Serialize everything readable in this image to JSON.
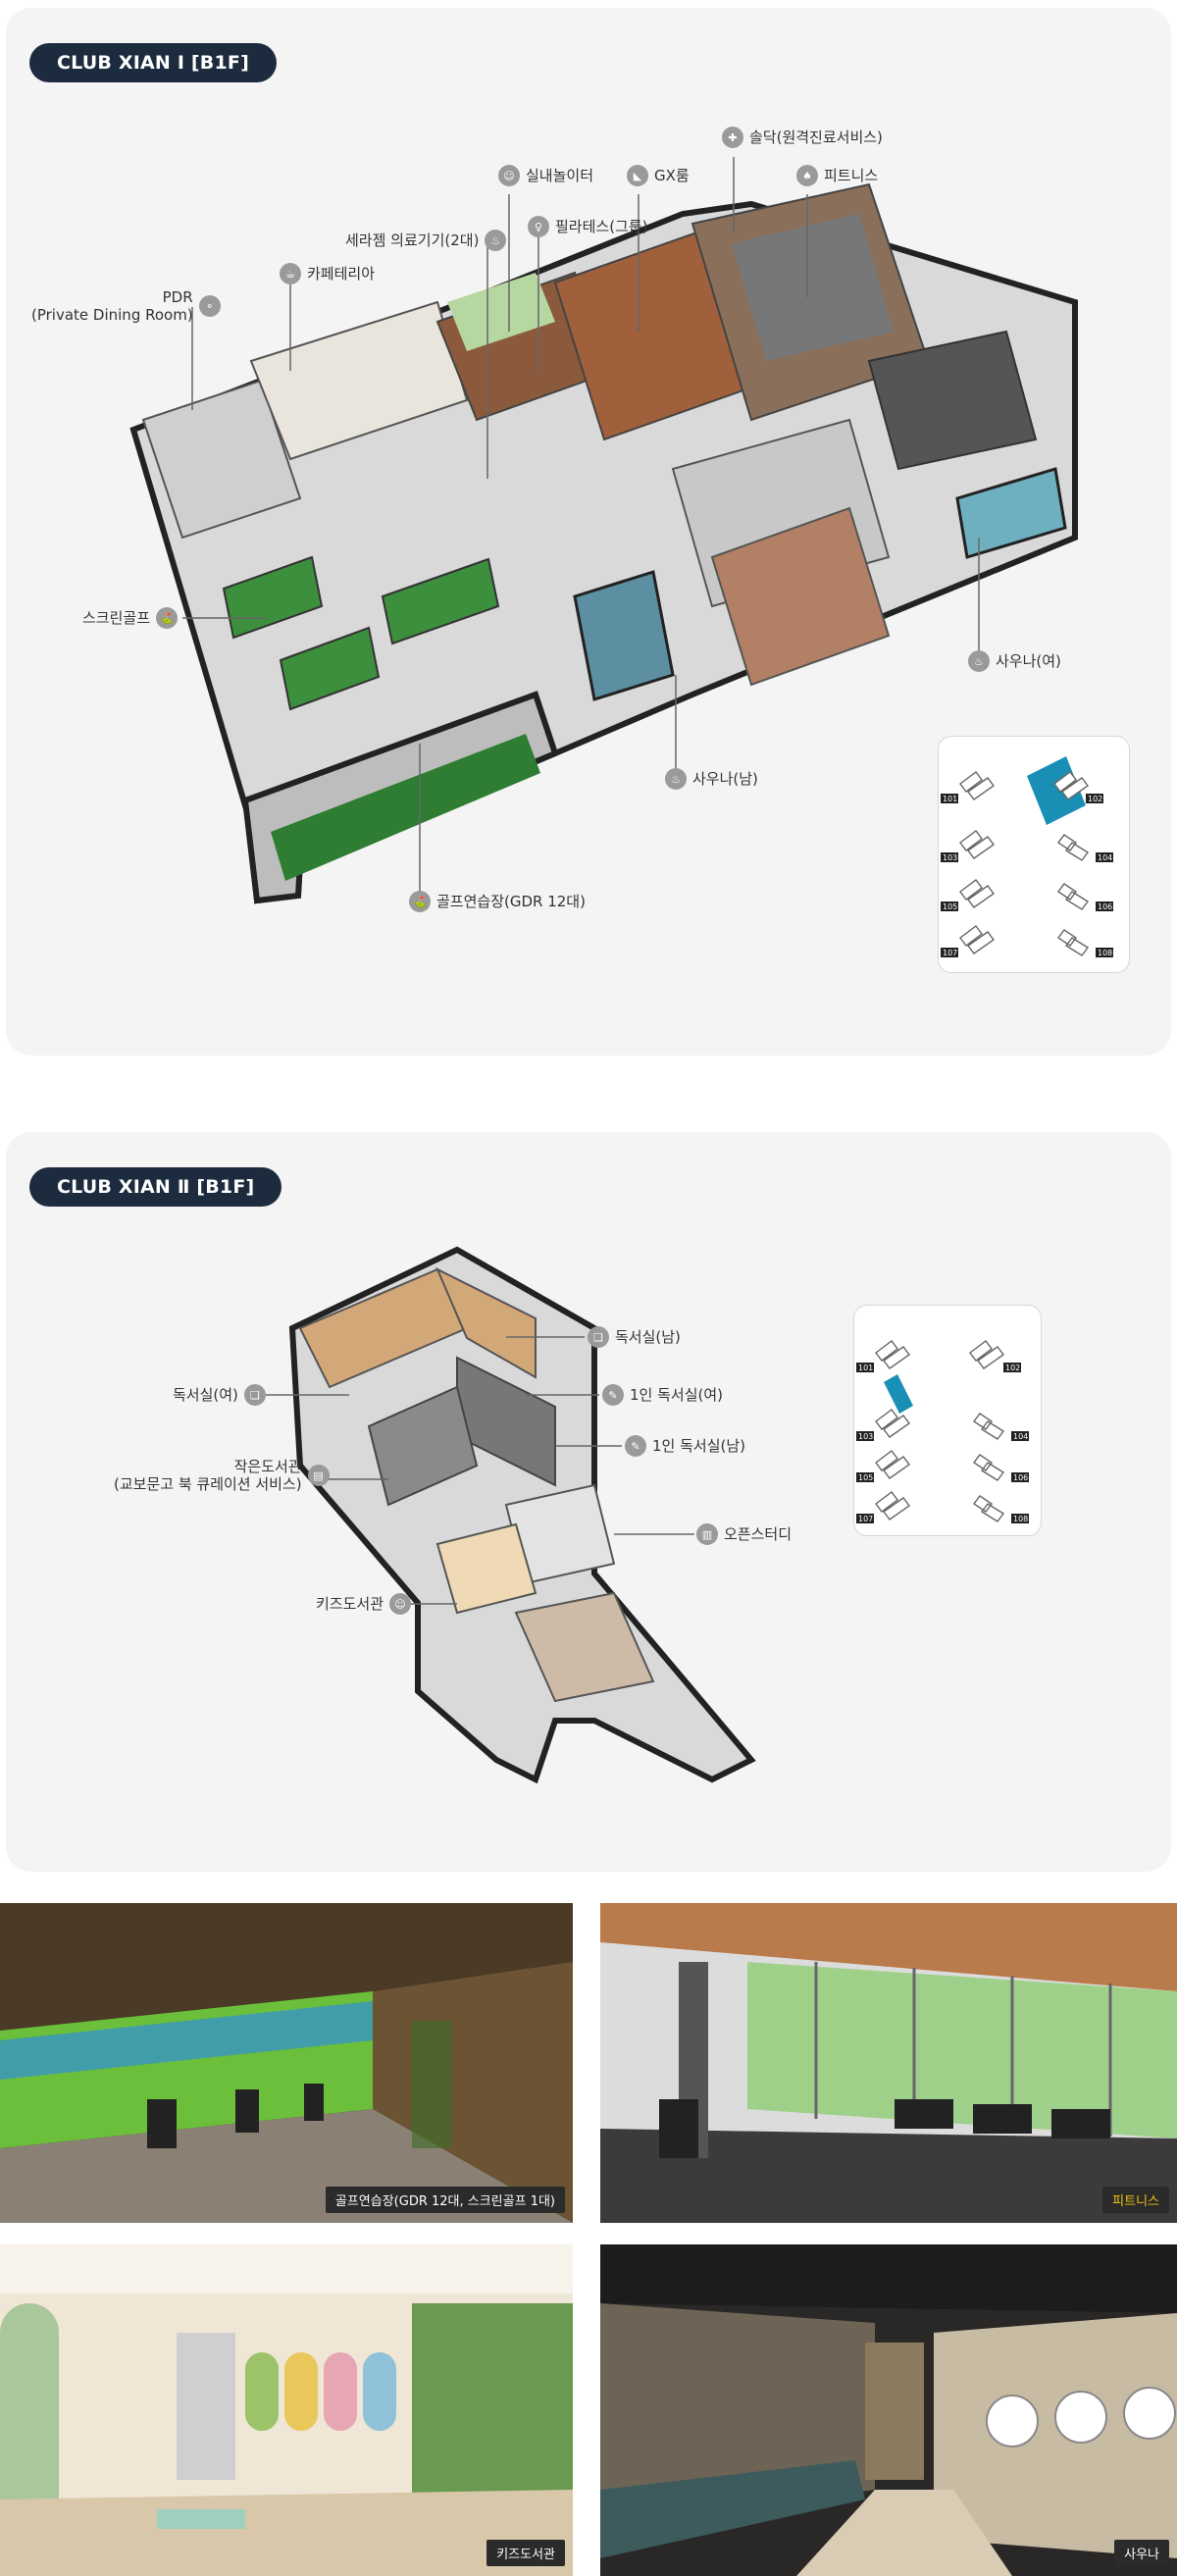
{
  "club1": {
    "title": "CLUB XIAN I [B1F]",
    "labels": {
      "soldak": "솔닥(원격진료서비스)",
      "indoor_play": "실내놀이터",
      "gx": "GX룸",
      "fitness": "피트니스",
      "ceragem": "세라젬 의료기기(2대)",
      "pilates": "필라테스(그룹)",
      "cafeteria": "카페테리아",
      "pdr_line1": "PDR",
      "pdr_line2": "(Private Dining Room)",
      "screen_golf": "스크린골프",
      "sauna_f": "사우나(여)",
      "sauna_m": "사우나(남)",
      "golf_range": "골프연습장(GDR 12대)"
    },
    "minimap_units": [
      "101",
      "102",
      "103",
      "104",
      "105",
      "106",
      "107",
      "108"
    ]
  },
  "club2": {
    "title": "CLUB XIAN Ⅱ [B1F]",
    "labels": {
      "reading_m": "독서실(남)",
      "reading_f": "독서실(여)",
      "single_f": "1인 독서실(여)",
      "single_m": "1인 독서실(남)",
      "small_lib_line1": "작은도서관",
      "small_lib_line2": "(교보문고 북 큐레이션 서비스)",
      "open_study": "오픈스터디",
      "kids_lib": "키즈도서관"
    },
    "minimap_units": [
      "101",
      "102",
      "103",
      "104",
      "105",
      "106",
      "107",
      "108"
    ]
  },
  "photos": {
    "golf_caption": "골프연습장(GDR 12대, 스크린골프 1대)",
    "fitness_caption": "피트니스",
    "kids_caption": "키즈도서관",
    "sauna_caption": "사우나"
  },
  "colors": {
    "badge_bg": "#1c2b3e",
    "panel_bg": "#f4f4f4",
    "minimap_highlight": "#1a8fb5",
    "fitness_caption": "#f1c40f"
  }
}
